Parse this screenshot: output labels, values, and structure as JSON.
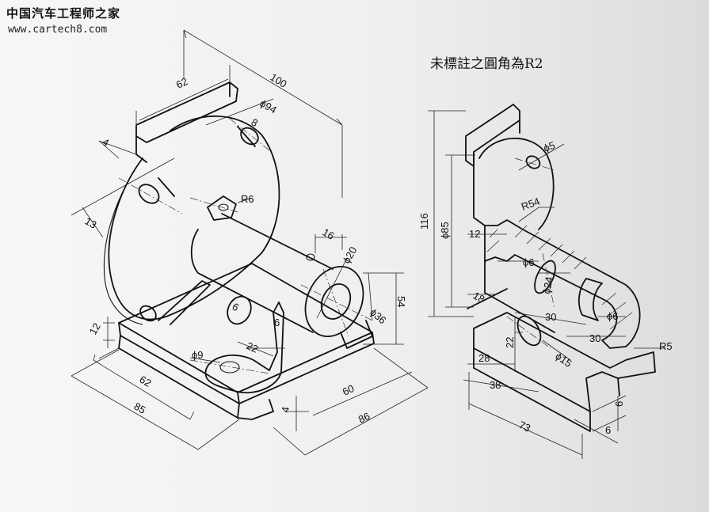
{
  "watermark": {
    "site_name": "中国汽车工程师之家",
    "url": "www.cartech8.com"
  },
  "note": "未標註之圓角為R2",
  "dimensions": {
    "d100": "100",
    "d62_top": "62",
    "d4_top": "4",
    "phi94": "ϕ94",
    "d8": "8",
    "d13": "13",
    "r6": "R6",
    "d16": "16",
    "phi20": "ϕ20",
    "phi36": "ϕ36",
    "d54": "54",
    "d12_left": "12",
    "d6_mid": "6",
    "d6_low": "6",
    "d22_left": "22",
    "phi9": "ϕ9",
    "d62_bot": "62",
    "d85_bot": "85",
    "d60": "60",
    "d86": "86",
    "d4_bot": "4",
    "d116": "116",
    "phi85": "ϕ85",
    "phi5": "ϕ5",
    "r54": "R54",
    "d12_right": "12",
    "phi6_a": "ϕ6",
    "phi24": "ϕ24",
    "d18": "18",
    "d30_a": "30",
    "phi6_b": "ϕ6",
    "d30_b": "30",
    "r5": "R5",
    "d22_right": "22",
    "phi15": "ϕ15",
    "d28": "28",
    "d38": "38",
    "d73": "73",
    "d6_r1": "6",
    "d6_r2": "6"
  }
}
